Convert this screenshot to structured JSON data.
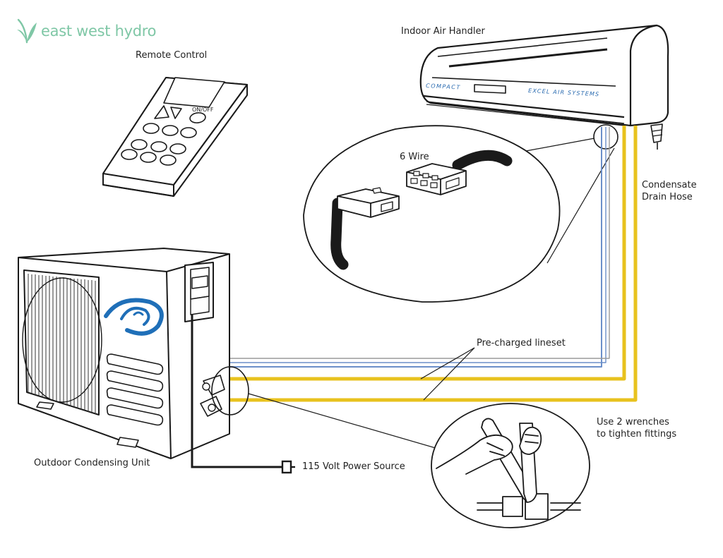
{
  "brand": {
    "logo_text": "east west hydro",
    "logo_color": "#7fc7a6"
  },
  "unit": {
    "front_left": "COMPACT",
    "front_right": "EXCEL AIR SYSTEMS"
  },
  "labels": {
    "remote_control": "Remote Control",
    "indoor_air_handler": "Indoor Air Handler",
    "six_wire": "6 Wire",
    "condensate_line1": "Condensate",
    "condensate_line2": "Drain Hose",
    "precharged_lineset": "Pre-charged lineset",
    "wrench_line1": "Use 2 wrenches",
    "wrench_line2": "to tighten fittings",
    "outdoor_unit": "Outdoor Condensing Unit",
    "power_source": "115 Volt Power Source",
    "remote_on_off": "ON/OFF"
  },
  "colors": {
    "lineset_yellow": "#e8c21e",
    "signal_blue": "#6b8fc9",
    "signal_gray": "#9a9a9a",
    "brand_blue": "#1f6fb8",
    "outline": "#1a1a1a"
  }
}
